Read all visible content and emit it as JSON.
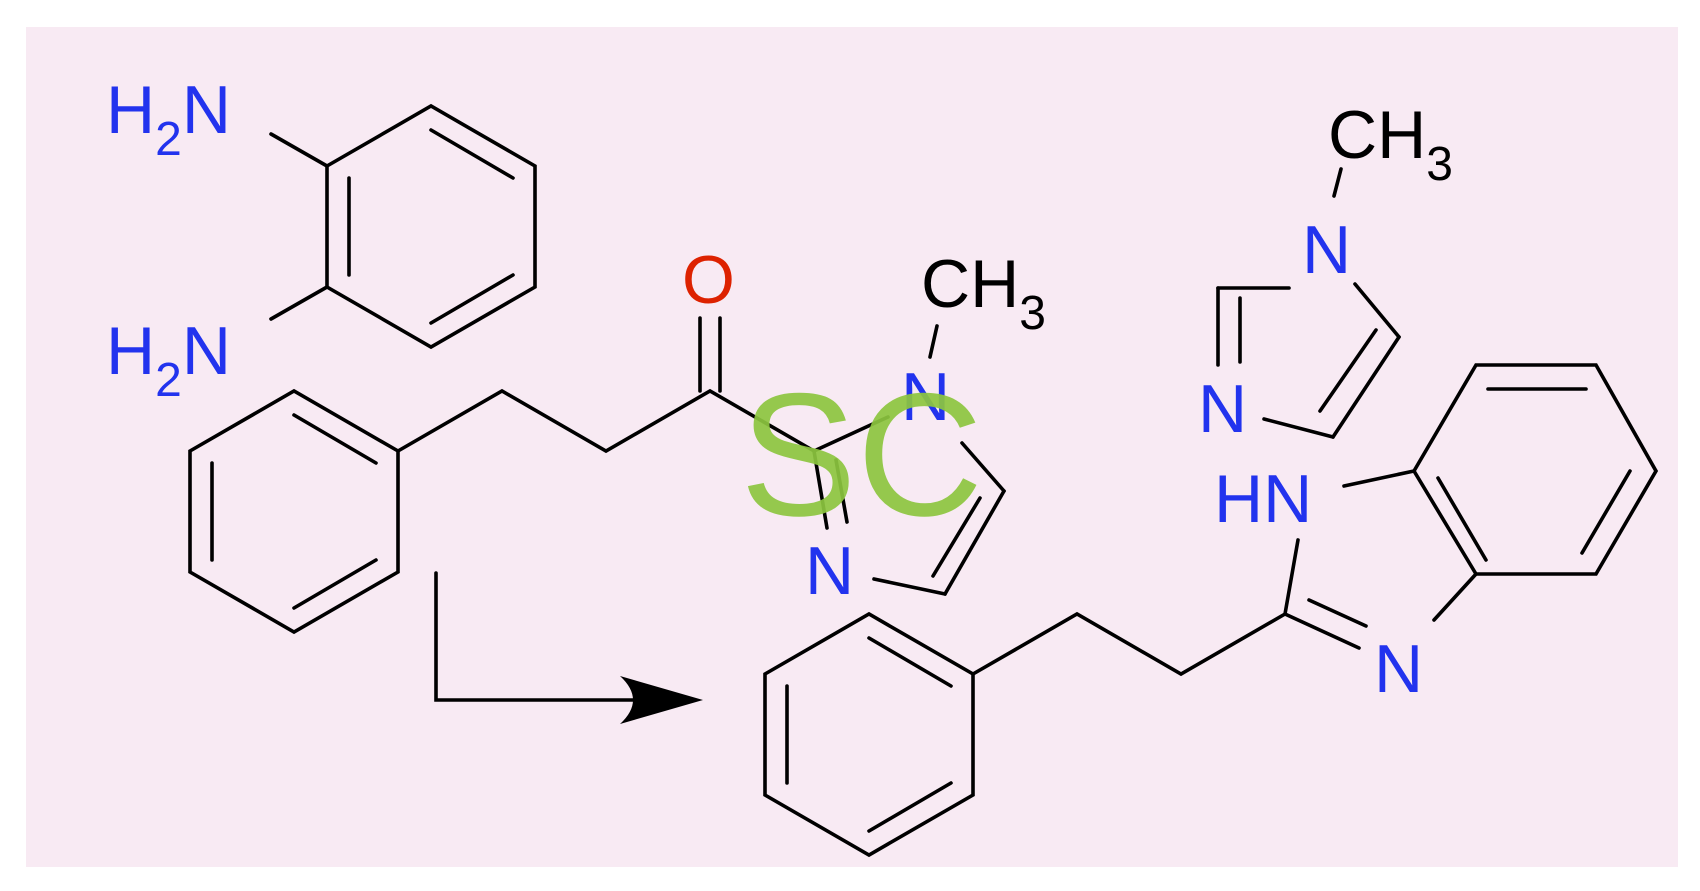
{
  "colors": {
    "background": "#f8eaf3",
    "nitrogen": "#2233ee",
    "oxygen": "#dd2200",
    "carbon_label": "#000000",
    "watermark": "#8dc63f"
  },
  "labels": {
    "amine_top": {
      "main": "H",
      "sub": "2",
      "tail": "N"
    },
    "amine_bottom": {
      "main": "H",
      "sub": "2",
      "tail": "N"
    },
    "oxygen": "O",
    "methyl_ketone": {
      "main": "CH",
      "sub": "3"
    },
    "n_ketone_methyl": "N",
    "n_ketone_ring": "N",
    "methyl_product": {
      "main": "CH",
      "sub": "3"
    },
    "n_product_methyl": "N",
    "n_product_ring": "N",
    "nh_benzimidazole": "HN",
    "n_benzimidazole": "N"
  },
  "watermark": "SC"
}
